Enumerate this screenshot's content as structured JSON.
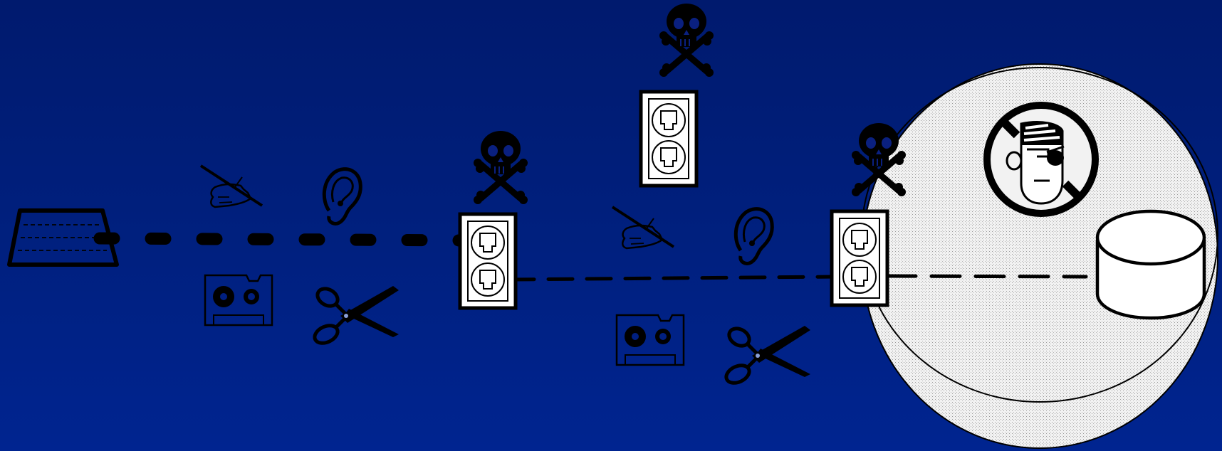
{
  "diagram": {
    "background_color": "#001a6e",
    "zone_color": "#f0f0f0",
    "line_color": "#000000",
    "nodes": [
      {
        "id": "terminal",
        "icon": "keyboard-terminal-icon"
      },
      {
        "id": "wall-jack-1",
        "icon": "network-wall-jack-icon"
      },
      {
        "id": "wall-jack-2",
        "icon": "network-wall-jack-icon"
      },
      {
        "id": "wall-jack-3",
        "icon": "network-wall-jack-icon"
      },
      {
        "id": "database",
        "icon": "database-cylinder-icon"
      }
    ],
    "threat_icons": [
      "hand-writing-icon",
      "ear-icon",
      "cassette-tape-icon",
      "scissors-icon",
      "skull-crossbones-icon",
      "no-pirate-sign-icon"
    ]
  }
}
